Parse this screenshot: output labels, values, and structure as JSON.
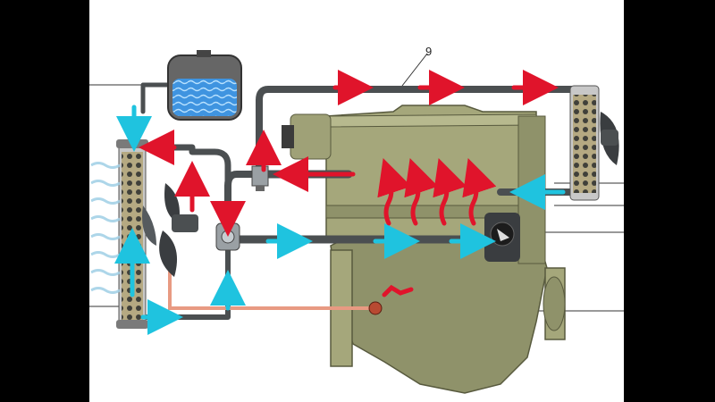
{
  "diagram": {
    "callout_number": "9",
    "colors": {
      "background": "#000000",
      "panel": "#ffffff",
      "engine": "#a5a77b",
      "engine_dark": "#6f7150",
      "pipe": "#4b4f51",
      "hot_flow": "#e0142b",
      "cold_flow": "#1fc3df",
      "hose": "#e89a82",
      "coolant": "#3f94e0"
    },
    "icons": [
      "radiator",
      "expansion-tank",
      "fan",
      "thermostat",
      "heater-core",
      "water-pump",
      "temperature-sensor",
      "flow-arrow"
    ]
  }
}
